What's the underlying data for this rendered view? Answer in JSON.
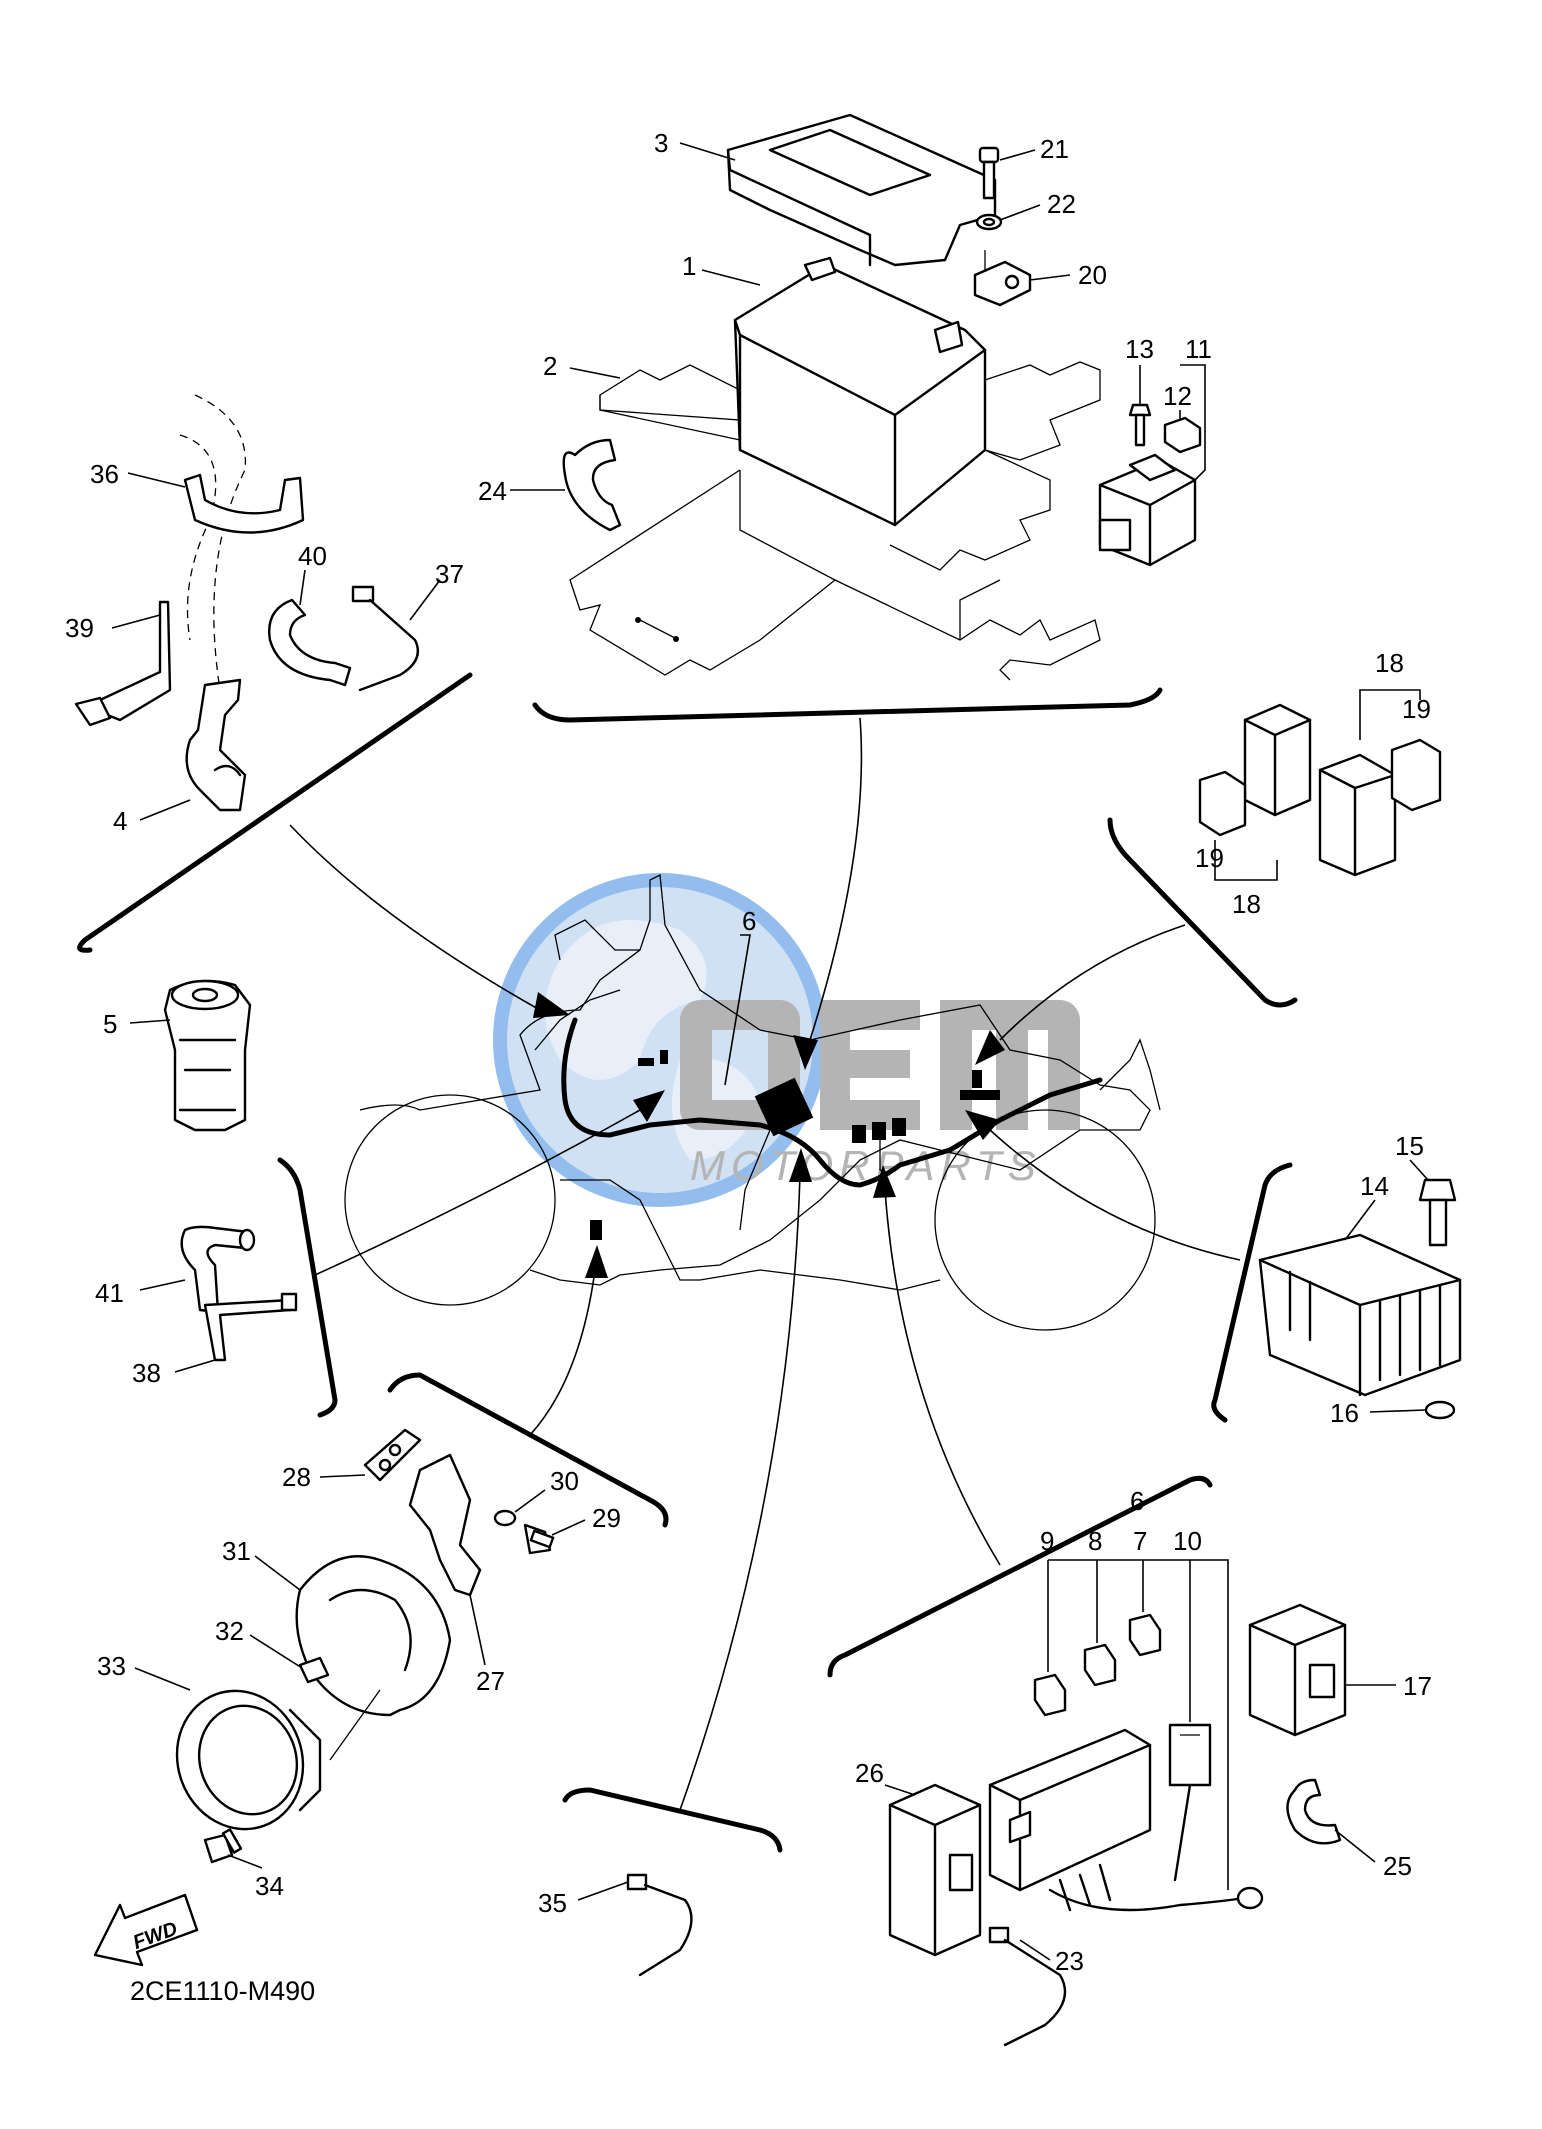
{
  "diagram_code": "2CE1110-M490",
  "fwd_label": "FWD",
  "watermark": {
    "brand": "OEM",
    "subtitle": "MOTORPARTS",
    "colors": {
      "globe": "#7fb2ea",
      "letters": "#a7a7a7",
      "land": "#d4def0"
    }
  },
  "callouts": [
    "1",
    "2",
    "3",
    "4",
    "5",
    "6",
    "7",
    "8",
    "9",
    "10",
    "11",
    "12",
    "13",
    "14",
    "15",
    "16",
    "17",
    "18",
    "19",
    "20",
    "21",
    "22",
    "23",
    "24",
    "25",
    "26",
    "27",
    "28",
    "29",
    "30",
    "31",
    "32",
    "33",
    "34",
    "35",
    "36",
    "37",
    "38",
    "39",
    "40",
    "41"
  ],
  "extra_callouts": {
    "18_b": "18",
    "19_b": "19",
    "6_b": "6"
  }
}
